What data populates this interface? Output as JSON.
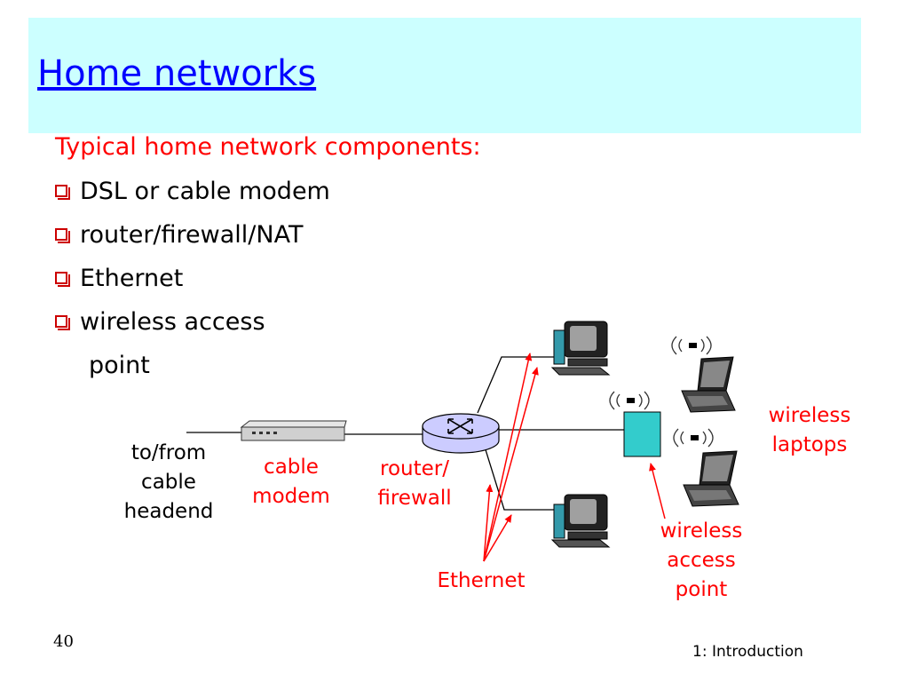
{
  "slide": {
    "title": "Home networks",
    "subtitle": "Typical home network components:",
    "bullets": [
      "DSL or cable modem",
      "router/firewall/NAT",
      "Ethernet",
      "wireless access"
    ],
    "bullet_continuation": "point",
    "page_number": "40",
    "footer": "1: Introduction"
  },
  "diagram": {
    "headend_label": [
      "to/from",
      "cable",
      "headend"
    ],
    "modem_label": [
      "cable",
      "modem"
    ],
    "router_label": [
      "router/",
      "firewall"
    ],
    "ethernet_label": "Ethernet",
    "ap_label": [
      "wireless",
      "access",
      "point"
    ],
    "laptops_label": [
      "wireless",
      "laptops"
    ]
  },
  "colors": {
    "title": "#0000ff",
    "title_band": "#ccffff",
    "accent_red": "#ff0000",
    "router": "#ccccff",
    "access_point": "#33cccc"
  }
}
